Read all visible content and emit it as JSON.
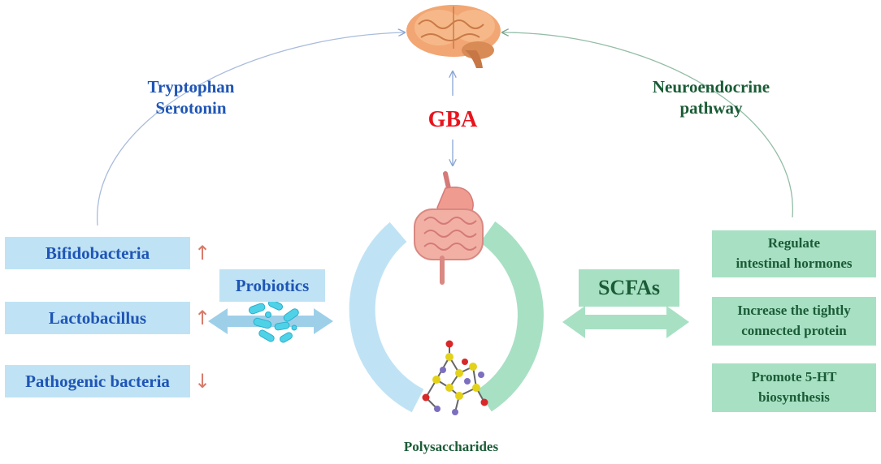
{
  "center": {
    "gba_label": "GBA",
    "polysaccharides_label": "Polysaccharides"
  },
  "left_path": {
    "line1": "Tryptophan",
    "line2": "Serotonin"
  },
  "right_path": {
    "line1": "Neuroendocrine",
    "line2": "pathway"
  },
  "probiotics": {
    "label": "Probiotics",
    "bacteria": [
      {
        "name": "Bifidobacteria",
        "trend": "↑"
      },
      {
        "name": "Lactobacillus",
        "trend": "↑"
      },
      {
        "name": "Pathogenic bacteria",
        "trend": "↓"
      }
    ]
  },
  "scfas": {
    "label": "SCFAs",
    "effects": [
      {
        "line1": "Regulate",
        "line2": "intestinal hormones"
      },
      {
        "line1": "Increase the tightly",
        "line2": "connected protein"
      },
      {
        "line1": "Promote 5-HT",
        "line2": "biosynthesis"
      }
    ]
  },
  "colors": {
    "blue_text": "#1f55b5",
    "green_text": "#1a5c36",
    "gba_red": "#e8141d",
    "blue_box": "#bfe3f5",
    "green_box": "#a8e0c4",
    "trend_arrow": "#d87a6a"
  },
  "icons": [
    "brain-icon",
    "digestive-system-icon",
    "probiotic-bacteria-icon",
    "polysaccharide-molecule-icon"
  ]
}
